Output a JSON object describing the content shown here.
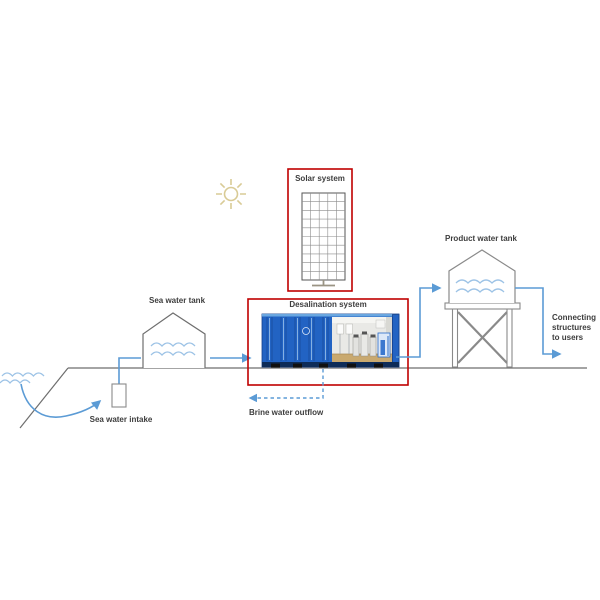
{
  "labels": {
    "solar_system": "Solar system",
    "desalination_system": "Desalination system",
    "sea_water_tank": "Sea water tank",
    "product_water_tank": "Product water tank",
    "sea_water_intake": "Sea water intake",
    "brine_water_outflow": "Brine water outflow",
    "connecting_structures": "Connecting structures to users"
  },
  "colors": {
    "flow_blue": "#5b9bd5",
    "wave_blue": "#9dc3e6",
    "outline_gray": "#6e6e6e",
    "structure_gray": "#8a8a8a",
    "highlight_red": "#c00000",
    "sun_gold": "#d9cb96",
    "text": "#3d3d3d",
    "container_blue": "#2263c3"
  },
  "diagram": {
    "type": "process-flow",
    "nodes": [
      {
        "id": "sun",
        "kind": "icon"
      },
      {
        "id": "solar-system",
        "kind": "component",
        "label": "Solar system",
        "highlighted": true
      },
      {
        "id": "sea",
        "kind": "water-source"
      },
      {
        "id": "sea-water-intake",
        "kind": "component",
        "label": "Sea water intake"
      },
      {
        "id": "sea-water-tank",
        "kind": "tank",
        "label": "Sea water tank"
      },
      {
        "id": "desalination-system",
        "kind": "component",
        "label": "Desalination system",
        "highlighted": true
      },
      {
        "id": "product-water-tank",
        "kind": "tank",
        "label": "Product water tank"
      },
      {
        "id": "users",
        "kind": "endpoint",
        "label": "Connecting structures to users"
      }
    ],
    "flows": [
      {
        "from": "sea",
        "to": "sea-water-intake",
        "style": "curved-arrow"
      },
      {
        "from": "sea-water-intake",
        "to": "sea-water-tank",
        "style": "pipe"
      },
      {
        "from": "sea-water-tank",
        "to": "desalination-system",
        "style": "arrow"
      },
      {
        "from": "desalination-system",
        "to": "product-water-tank",
        "style": "arrow"
      },
      {
        "from": "product-water-tank",
        "to": "users",
        "style": "arrow",
        "label": "Connecting structures to users"
      },
      {
        "from": "desalination-system",
        "to": "sea",
        "style": "dashed-arrow",
        "label": "Brine water outflow"
      }
    ]
  }
}
